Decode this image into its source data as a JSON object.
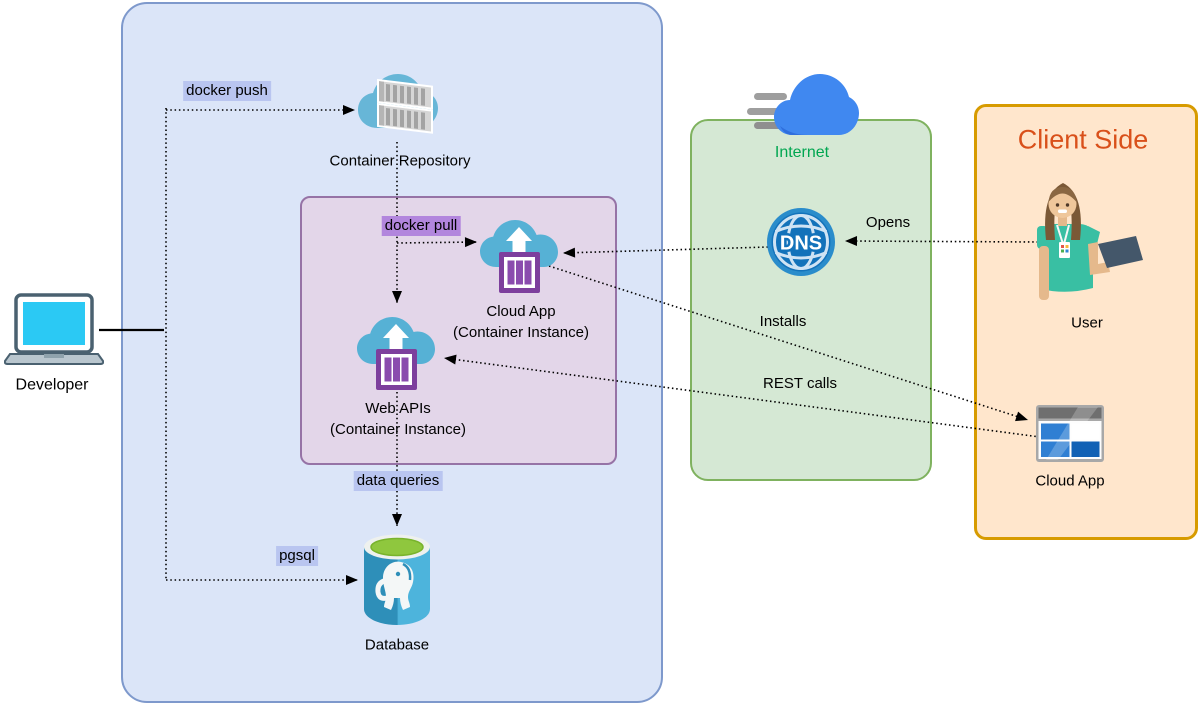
{
  "nodes": {
    "developer": {
      "label": "Developer"
    },
    "container_repository": {
      "label": "Container Repository"
    },
    "cloud_app_instance": {
      "label": "Cloud App",
      "sublabel": "(Container Instance)"
    },
    "web_apis": {
      "label": "Web APIs",
      "sublabel": "(Container Instance)"
    },
    "database": {
      "label": "Database"
    },
    "internet": {
      "label": "Internet"
    },
    "dns": {
      "label": "DNS"
    },
    "client_side": {
      "label": "Client Side"
    },
    "user": {
      "label": "User"
    },
    "client_cloud_app": {
      "label": "Cloud App"
    }
  },
  "edges": {
    "docker_push": {
      "label": "docker push",
      "from": "developer",
      "to": "container_repository"
    },
    "docker_pull": {
      "label": "docker pull",
      "from": "container_repository",
      "to": "cloud_app_instance"
    },
    "repo_to_web_apis": {
      "label": "",
      "from": "container_repository",
      "to": "web_apis"
    },
    "data_queries": {
      "label": "data queries",
      "from": "web_apis",
      "to": "database"
    },
    "pgsql": {
      "label": "pgsql",
      "from": "developer",
      "to": "database"
    },
    "opens": {
      "label": "Opens",
      "from": "user",
      "to": "dns"
    },
    "dns_resolve": {
      "label": "",
      "from": "dns",
      "to": "cloud_app_instance"
    },
    "installs": {
      "label": "Installs",
      "from": "cloud_app_instance",
      "to": "client_cloud_app"
    },
    "rest_calls": {
      "label": "REST calls",
      "from": "client_cloud_app",
      "to": "web_apis"
    }
  },
  "colors": {
    "cloud_box_fill": "#dbe5f8",
    "cloud_box_border": "#7e99cc",
    "group_fill": "#e3d6e9",
    "group_border": "#9673a6",
    "internet_fill": "#d5e8d4",
    "internet_border": "#7fb25f",
    "internet_title": "#00a650",
    "client_fill": "#ffe6cc",
    "client_border": "#d79b00",
    "client_title": "#d9501a",
    "label_bg_periwinkle": "#b9c5f0",
    "label_bg_purple": "#b286dd",
    "edge_color": "#000000"
  },
  "icons": {
    "developer": "laptop-icon",
    "container_repository": "cloud-containers-icon",
    "cloud_app_instance": "container-instance-icon",
    "web_apis": "container-instance-icon",
    "database": "postgresql-icon",
    "internet": "fast-cloud-icon",
    "dns": "dns-globe-icon",
    "user": "person-icon",
    "client_cloud_app": "app-window-icon"
  }
}
